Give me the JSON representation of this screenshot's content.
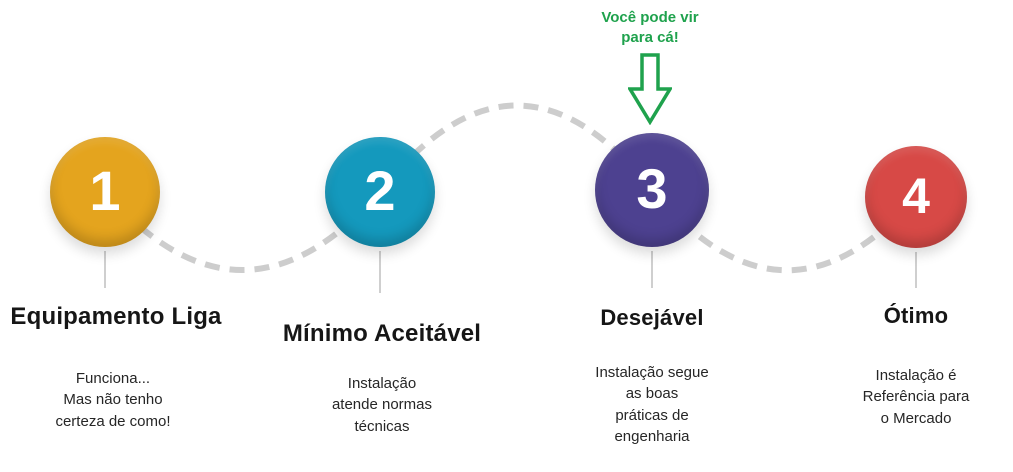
{
  "callout": {
    "text": "Você pode vir\npara cá!",
    "color": "#1FA24D"
  },
  "connector": {
    "color": "#CDCDCD",
    "style": "dashed-wave"
  },
  "steps": [
    {
      "number": "1",
      "title": "Equipamento Liga",
      "description": "Funciona...\nMas não tenho\ncerteza de como!",
      "color": "#E4A41E"
    },
    {
      "number": "2",
      "title": "Mínimo Aceitável",
      "description": "Instalação\natende normas\ntécnicas",
      "color": "#1499BD"
    },
    {
      "number": "3",
      "title": "Desejável",
      "description": "Instalação segue\nas boas\npráticas de\nengenharia",
      "color": "#4D4190"
    },
    {
      "number": "4",
      "title": "Ótimo",
      "description": "Instalação é\nReferência para\no Mercado",
      "color": "#D74946"
    }
  ]
}
